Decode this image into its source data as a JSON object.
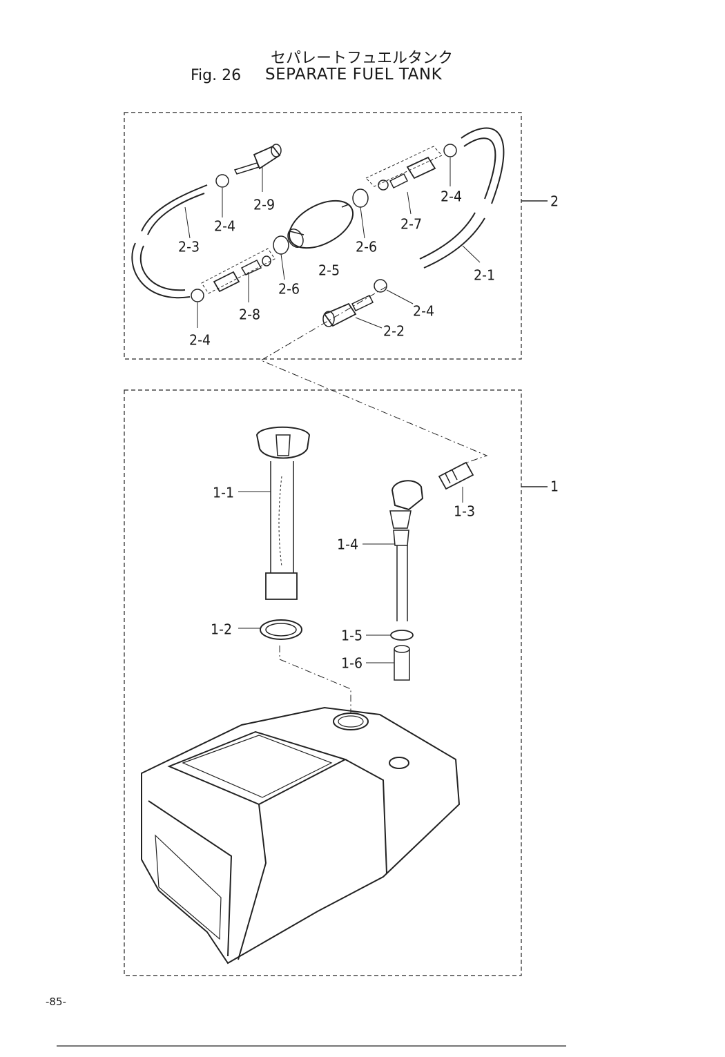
{
  "header": {
    "title_jp": "セパレートフュエルタンク",
    "figure_number": "Fig. 26",
    "figure_title": "SEPARATE FUEL TANK"
  },
  "groups": {
    "fuel_line_assembly": "2",
    "fuel_tank_assembly": "1"
  },
  "callouts": {
    "p2_1": "2-1",
    "p2_2": "2-2",
    "p2_3": "2-3",
    "p2_4_a": "2-4",
    "p2_4_b": "2-4",
    "p2_4_c": "2-4",
    "p2_4_d": "2-4",
    "p2_5": "2-5",
    "p2_6_a": "2-6",
    "p2_6_b": "2-6",
    "p2_7": "2-7",
    "p2_8": "2-8",
    "p2_9": "2-9",
    "p1_1": "1-1",
    "p1_2": "1-2",
    "p1_3": "1-3",
    "p1_4": "1-4",
    "p1_5": "1-5",
    "p1_6": "1-6"
  },
  "footer": {
    "page_number": "-85-"
  }
}
